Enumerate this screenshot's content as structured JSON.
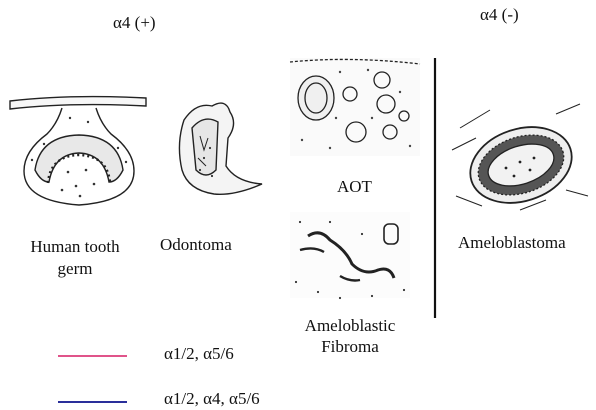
{
  "headers": {
    "positive": "α4 (+)",
    "negative": "α4 (-)"
  },
  "labels": {
    "tooth_germ_line1": "Human tooth",
    "tooth_germ_line2": "germ",
    "odontoma": "Odontoma",
    "aot": "AOT",
    "ameloblastic_line1": "Ameloblastic",
    "ameloblastic_line2": "Fibroma",
    "ameloblastoma": "Ameloblastoma"
  },
  "legend": [
    {
      "label": "α1/2, α5/6",
      "color": "#e0548a"
    },
    {
      "label": "α1/2,  α4, α5/6",
      "color": "#2a2f9a"
    }
  ]
}
